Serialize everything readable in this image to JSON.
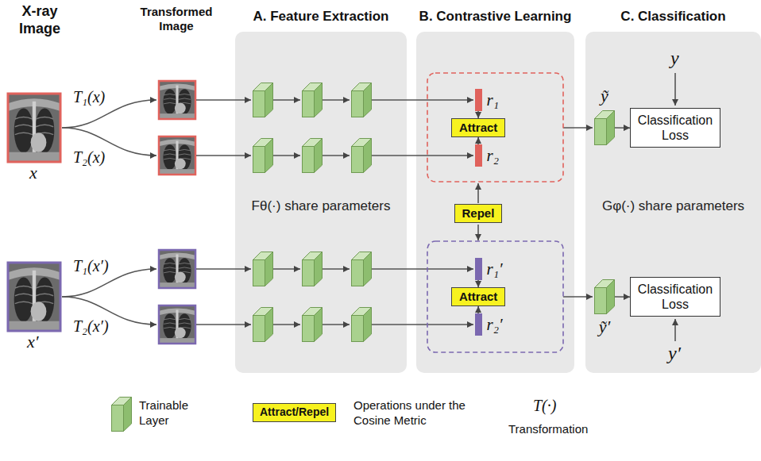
{
  "diagram": {
    "nodes": [
      {
        "text": [
          "A. Feature Extraction",
          "Fθ(·) share parameters"
        ]
      },
      {
        "text": [
          "B. Contrastive Learning"
        ]
      },
      {
        "text": [
          "r₁"
        ],
        "in": 1
      },
      {
        "text": [
          "Attract"
        ],
        "in": 1
      },
      {
        "text": [
          "r₂"
        ],
        "in": 1
      },
      {
        "text": [
          "Repel"
        ],
        "in": 1
      },
      {
        "text": [
          "r₁′"
        ],
        "in": 1
      },
      {
        "text": [
          "Attract"
        ],
        "in": 1
      },
      {
        "text": [
          "r₂′"
        ],
        "in": 1
      },
      {
        "text": [
          "C. Classification",
          "Gφ(·) share parameters"
        ]
      },
      {
        "text": [
          "ỹ"
        ],
        "in": 9
      },
      {
        "text": [
          "Classification Loss"
        ],
        "in": 9
      },
      {
        "text": [
          "ỹ′"
        ],
        "in": 9
      },
      {
        "text": [
          "Classification Loss"
        ],
        "in": 9
      }
    ],
    "edges": [
      {
        "from": 2,
        "to": 3,
        "arrow": "to"
      },
      {
        "from": 4,
        "to": 3,
        "arrow": "to"
      },
      {
        "from": 6,
        "to": 7,
        "arrow": "to"
      },
      {
        "from": 8,
        "to": 7,
        "arrow": "to"
      },
      {
        "from": 10,
        "to": 11,
        "arrow": "to"
      },
      {
        "from": 12,
        "to": 13,
        "arrow": "to"
      }
    ],
    "labels": [
      "X-ray Image",
      "Transformed Image",
      "x",
      "x′",
      "T₁(x)",
      "T₂(x)",
      "T₁(x′)",
      "T₂(x′)",
      "y",
      "y′",
      "Attract/Repel",
      "T(·)"
    ],
    "legend": [
      {
        "text": "Trainable Layer"
      },
      {
        "text": "Operations under the Cosine Metric",
        "color": "#f7f21f"
      },
      {
        "text": "Transformation"
      }
    ]
  }
}
